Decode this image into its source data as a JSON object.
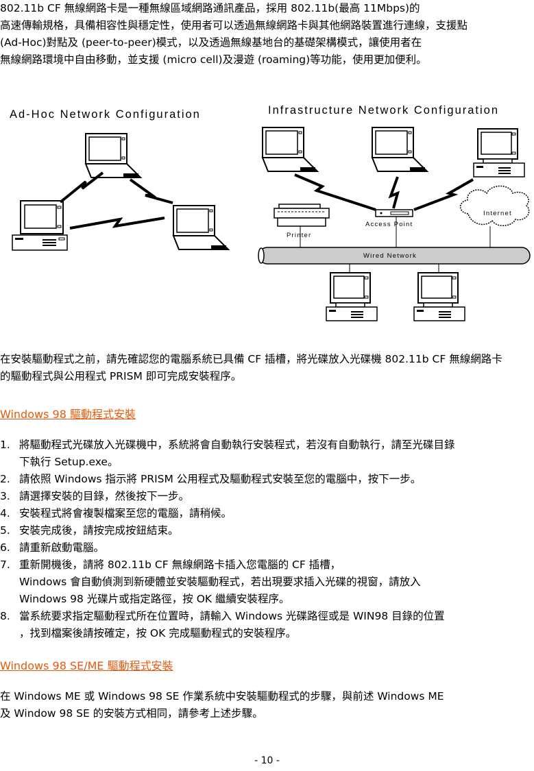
{
  "intro": {
    "lines": [
      "802.11b CF 無線網路卡是一種無線區域網路通訊產品，採用 802.11b(最高 11Mbps)的",
      "高速傳輸規格，具備相容性與穩定性，使用者可以透過無線網路卡與其他網路裝置進行連線，支援點",
      "(Ad-Hoc)對點及 (peer-to-peer)模式，以及透過無線基地台的基礎架構模式，讓使用者在",
      "無線網路環境中自由移動，並支援 (micro cell)及漫遊 (roaming)等功能，使用更加便利。"
    ]
  },
  "diagram": {
    "adhoc_title": "Ad-Hoc Network Configuration",
    "infra_title": "Infrastructure Network Configuration",
    "printer_label": "Printer",
    "ap_label": "Access Point",
    "internet_label": "Internet",
    "wired_label": "Wired Network"
  },
  "para2": {
    "lines": [
      "在安裝驅動程式之前，請先確認您的電腦系統已具備 CF 插槽，將光碟放入光碟機 802.11b CF 無線網路卡",
      "的驅動程式與公用程式 PRISM 即可完成安裝程序。"
    ]
  },
  "win98": {
    "heading": "Windows 98 驅動程式安裝",
    "steps": [
      {
        "num": "1.",
        "lines": [
          "將驅動程式光碟放入光碟機中，系統將會自動執行安裝程式，若沒有自動執行，請至光碟目錄",
          "下執行 Setup.exe。"
        ]
      },
      {
        "num": "2.",
        "lines": [
          "請依照 Windows 指示將 PRISM 公用程式及驅動程式安裝至您的電腦中，按下一步。"
        ]
      },
      {
        "num": "3.",
        "lines": [
          "請選擇安裝的目錄，然後按下一步。"
        ]
      },
      {
        "num": "4.",
        "lines": [
          "安裝程式將會複製檔案至您的電腦，請稍候。"
        ]
      },
      {
        "num": "5.",
        "lines": [
          "安裝完成後，請按完成按鈕結束。"
        ]
      },
      {
        "num": "6.",
        "lines": [
          "請重新啟動電腦。"
        ]
      },
      {
        "num": "7.",
        "lines": [
          "重新開機後，請將 802.11b CF 無線網路卡插入您電腦的 CF 插槽，",
          "Windows 會自動偵測到新硬體並安裝驅動程式，若出現要求插入光碟的視窗，請放入",
          "Windows 98 光碟片或指定路徑，按 OK 繼續安裝程序。"
        ]
      },
      {
        "num": "8.",
        "lines": [
          "當系統要求指定驅動程式所在位置時，請輸入 Windows 光碟路徑或是 WIN98 目錄的位置",
          "，找到檔案後請按確定，按 OK 完成驅動程式的安裝程序。"
        ]
      }
    ]
  },
  "win98se": {
    "heading": "Windows 98 SE/ME 驅動程式安裝",
    "lines": [
      "在 Windows ME 或 Windows 98 SE 作業系統中安裝驅動程式的步驟，與前述 Windows ME",
      "及 Window 98 SE 的安裝方式相同，請參考上述步驟。"
    ]
  },
  "footer": {
    "page": "- 10 -"
  }
}
